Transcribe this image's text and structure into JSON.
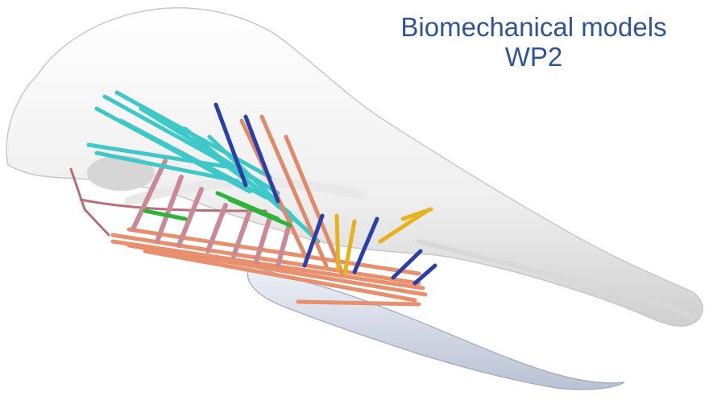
{
  "slide": {
    "title_line1": "Biomechanical models",
    "title_line2": "WP2"
  },
  "figure": {
    "subject": "skull-with-muscle-model",
    "colors": {
      "bone": "#f4f4f4",
      "mandible": "#dde3ec",
      "muscle_cyan": "#3ec8c8",
      "muscle_salmon": "#e8906e",
      "muscle_pink": "#c98a95",
      "muscle_blue": "#2a3fa8",
      "muscle_green": "#2fb33a",
      "muscle_yellow": "#e6b21e",
      "title_text": "#2f5597"
    }
  }
}
